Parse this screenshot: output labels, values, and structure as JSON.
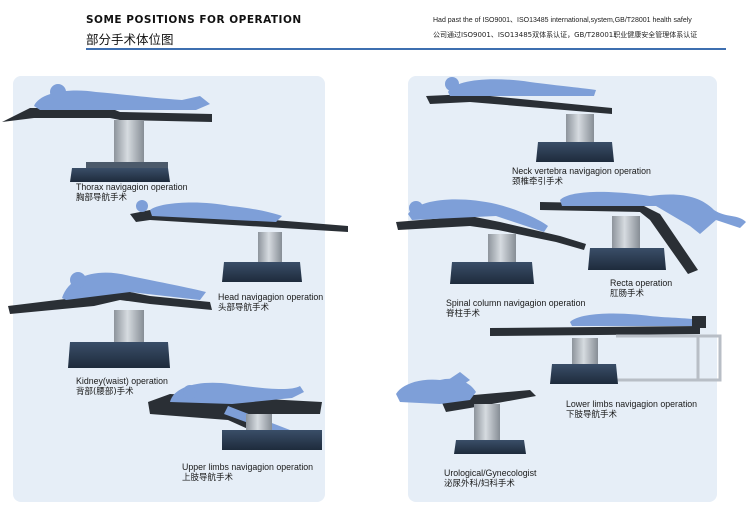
{
  "header": {
    "title": "SOME POSITIONS FOR OPERATION",
    "subtitle": "部分手术体位图",
    "cert_en": "Had past the of ISO9001、ISO13485 international,system,GB/T28001 health safely",
    "cert_cn": "公司通过ISO9001、ISO13485双体系认证，GB/T28001职业健康安全管理体系认证"
  },
  "colors": {
    "panel": "#e6eef7",
    "rule": "#3e6fb0",
    "patient": "#7e9fd8",
    "table_top": "#2a2f35",
    "column": "#aeb5bd",
    "base": "#2c3e55"
  },
  "positions": [
    {
      "en": "Thorax navigagion operation",
      "cn": "胸部导航手术"
    },
    {
      "en": "Head navigagion operation",
      "cn": "头部导航手术"
    },
    {
      "en": "Kidney(waist) operation",
      "cn": "背部(腰部)手术"
    },
    {
      "en": "Upper limbs navigagion operation",
      "cn": "上肢导航手术"
    },
    {
      "en": "Neck vertebra navigagion operation",
      "cn": "颈椎牵引手术"
    },
    {
      "en": "Spinal column navigagion operation",
      "cn": "脊柱手术"
    },
    {
      "en": "Recta operation",
      "cn": "肛肠手术"
    },
    {
      "en": "Lower limbs navigagion operation",
      "cn": "下肢导航手术"
    },
    {
      "en": "Urological/Gynecologist",
      "cn": "泌尿外科/妇科手术"
    }
  ]
}
